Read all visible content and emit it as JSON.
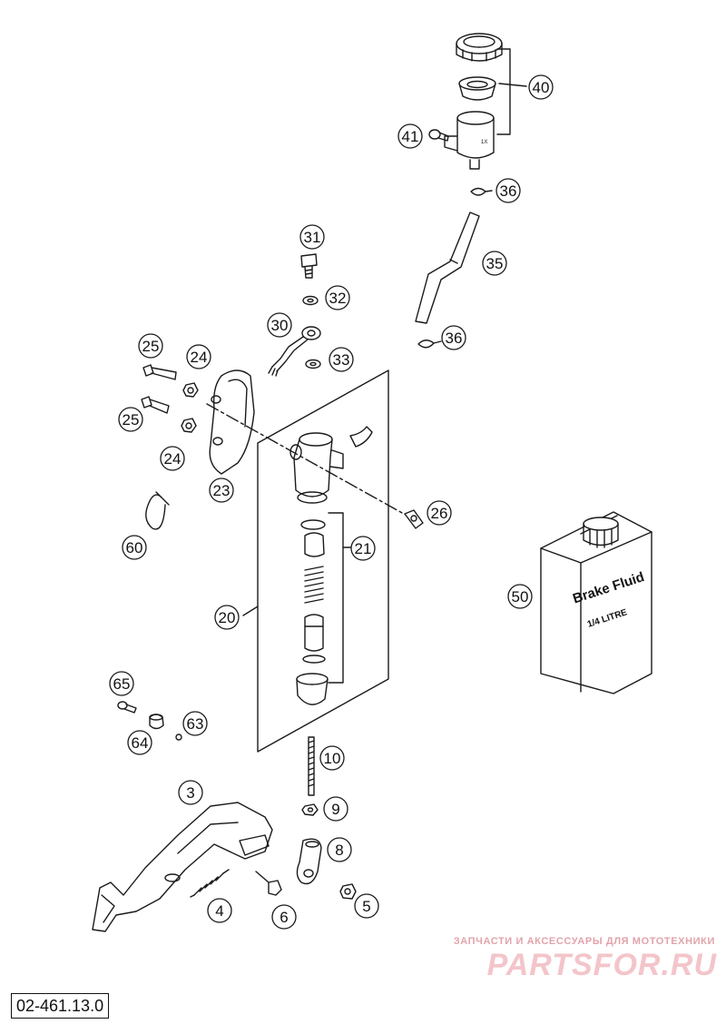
{
  "diagram": {
    "callouts": [
      {
        "id": "40",
        "label": "40"
      },
      {
        "id": "41",
        "label": "41"
      },
      {
        "id": "36a",
        "label": "36"
      },
      {
        "id": "35",
        "label": "35"
      },
      {
        "id": "36b",
        "label": "36"
      },
      {
        "id": "31",
        "label": "31"
      },
      {
        "id": "32",
        "label": "32"
      },
      {
        "id": "30",
        "label": "30"
      },
      {
        "id": "33",
        "label": "33"
      },
      {
        "id": "25a",
        "label": "25"
      },
      {
        "id": "24a",
        "label": "24"
      },
      {
        "id": "25b",
        "label": "25"
      },
      {
        "id": "24b",
        "label": "24"
      },
      {
        "id": "23",
        "label": "23"
      },
      {
        "id": "26",
        "label": "26"
      },
      {
        "id": "60",
        "label": "60"
      },
      {
        "id": "21",
        "label": "21"
      },
      {
        "id": "20",
        "label": "20"
      },
      {
        "id": "50",
        "label": "50"
      },
      {
        "id": "65",
        "label": "65"
      },
      {
        "id": "63",
        "label": "63"
      },
      {
        "id": "64",
        "label": "64"
      },
      {
        "id": "10",
        "label": "10"
      },
      {
        "id": "3",
        "label": "3"
      },
      {
        "id": "9",
        "label": "9"
      },
      {
        "id": "8",
        "label": "8"
      },
      {
        "id": "4",
        "label": "4"
      },
      {
        "id": "6",
        "label": "6"
      },
      {
        "id": "5",
        "label": "5"
      }
    ],
    "brake_fluid_label": "Brake Fluid",
    "brake_fluid_volume": "1/4 LITRE",
    "drawing_code": "02-461.13.0"
  },
  "watermark": {
    "tagline": "ЗАПЧАСТИ И АКСЕССУАРЫ ДЛЯ МОТОТЕХНИКИ",
    "logo": "PARTSFOR.RU"
  },
  "colors": {
    "line": "#1a1a1a",
    "watermark_text": "#e2a3ab",
    "watermark_logo": "#f3c5ca"
  }
}
